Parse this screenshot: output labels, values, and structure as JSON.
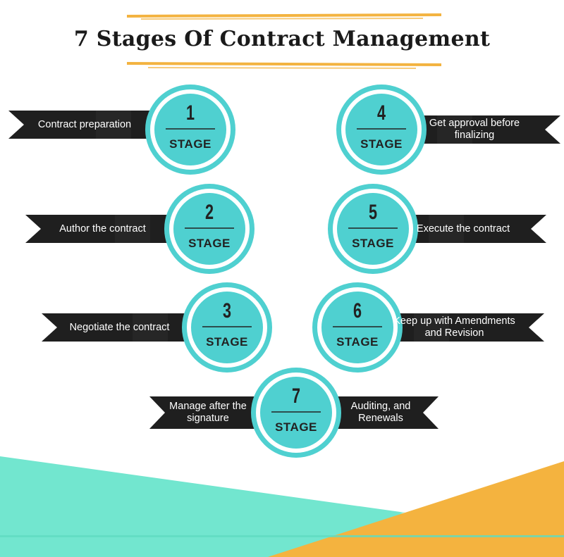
{
  "title": "7 Stages Of Contract Management",
  "colors": {
    "accent": "#4fd0d0",
    "ribbon": "#1f1f1f",
    "underline": "#f3b340",
    "teal_shape": "#72e6cf",
    "yellow_shape": "#f4b33f"
  },
  "badge_label": "STAGE",
  "stages": [
    {
      "number": "1",
      "text_lines": [
        "Contract preparation"
      ]
    },
    {
      "number": "2",
      "text_lines": [
        "Author the contract"
      ]
    },
    {
      "number": "3",
      "text_lines": [
        "Negotiate the contract"
      ]
    },
    {
      "number": "4",
      "text_lines": [
        "Get approval before",
        "finalizing"
      ]
    },
    {
      "number": "5",
      "text_lines": [
        "Execute the contract"
      ]
    },
    {
      "number": "6",
      "text_lines": [
        "Keep up with Amendments",
        "and Revision"
      ]
    },
    {
      "number": "7",
      "text_lines": [
        "Manage after the",
        "signature"
      ],
      "text_lines_right": [
        "Auditing, and",
        "Renewals"
      ]
    }
  ]
}
